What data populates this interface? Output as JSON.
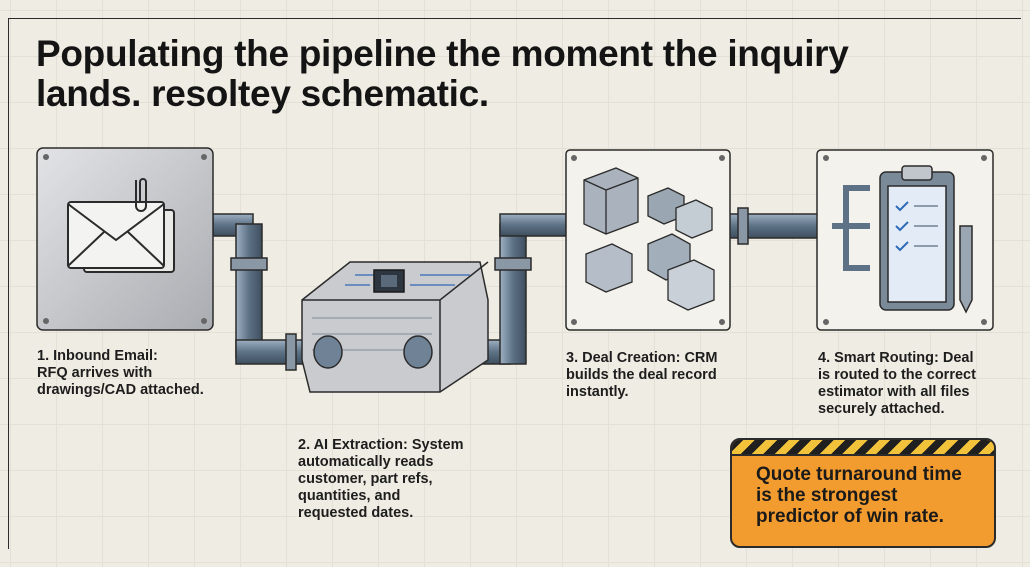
{
  "title": "Populating the pipeline the moment the inquiry lands. resoltey schematic.",
  "steps": [
    {
      "label": "1. Inbound Email:\nRFQ arrives with\ndrawings/CAD attached.",
      "icon": "envelope-icon"
    },
    {
      "label": "2. AI Extraction: System\nautomatically reads\ncustomer, part refs,\nquantities, and\nrequested dates.",
      "icon": "chip-icon"
    },
    {
      "label": "3. Deal Creation: CRM\nbuilds the deal record\ninstantly.",
      "icon": "blocks-icon"
    },
    {
      "label": "4. Smart Routing: Deal\nis routed to the correct\nestimator with all files\nsecurely attached.",
      "icon": "clipboard-icon"
    }
  ],
  "callout": {
    "text": "Quote turnaround time\nis the strongest\npredictor of win rate.",
    "color": "#f29b2e"
  },
  "colors": {
    "pipe": "#6f8296",
    "panel": "#c7c9cc",
    "line": "#2b2b2b"
  }
}
